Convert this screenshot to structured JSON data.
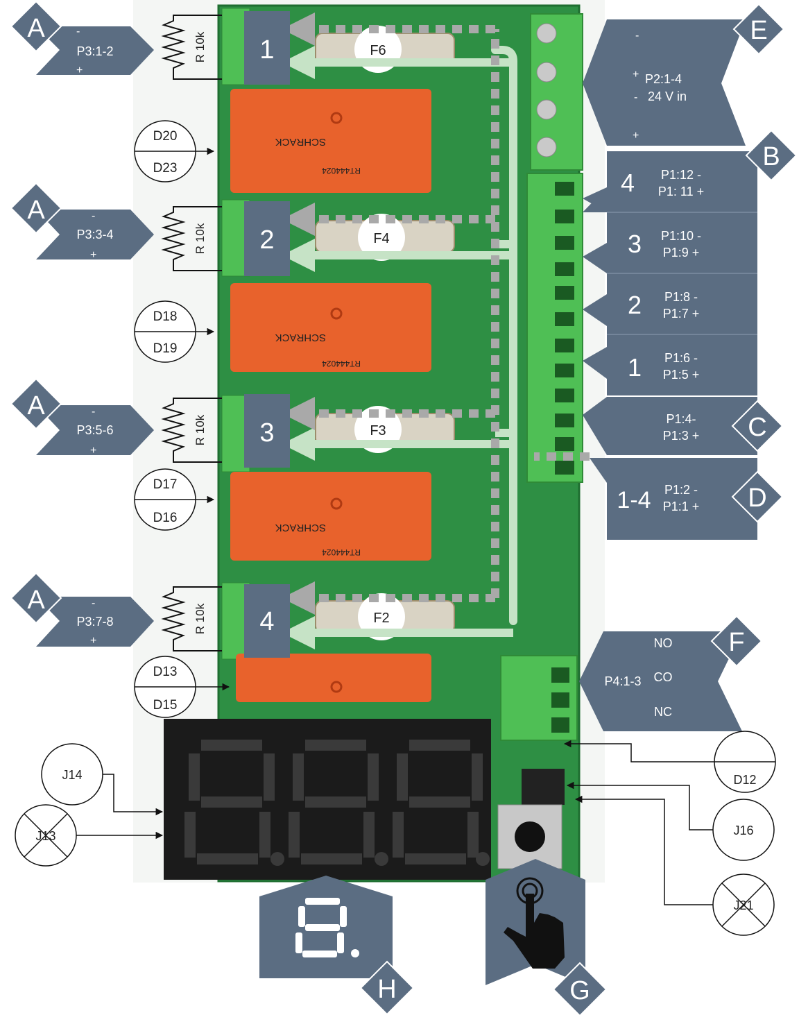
{
  "colors": {
    "panel": "#5b6d82",
    "board": "#2e8f44",
    "relay": "#e8622c",
    "terminal": "#4fbf55",
    "flow_light": "#c6e3c6",
    "flow_dash": "#a9a9a9",
    "display_bg": "#1b1b1b",
    "segment": "#3a3a3a"
  },
  "relay_inputs": [
    {
      "tag": "A",
      "minus": "-",
      "label": "P3:1-2",
      "plus": "+",
      "resistor": "R 10k",
      "channel": "1",
      "fuse": "F6",
      "diode_top": "D20",
      "diode_bottom": "D23"
    },
    {
      "tag": "A",
      "minus": "-",
      "label": "P3:3-4",
      "plus": "+",
      "resistor": "R 10k",
      "channel": "2",
      "fuse": "F4",
      "diode_top": "D18",
      "diode_bottom": "D19"
    },
    {
      "tag": "A",
      "minus": "-",
      "label": "P3:5-6",
      "plus": "+",
      "resistor": "R 10k",
      "channel": "3",
      "fuse": "F3",
      "diode_top": "D17",
      "diode_bottom": "D16"
    },
    {
      "tag": "A",
      "minus": "-",
      "label": "P3:7-8",
      "plus": "+",
      "resistor": "R 10k",
      "channel": "4",
      "fuse": "F2",
      "diode_top": "D13",
      "diode_bottom": "D15"
    }
  ],
  "power": {
    "tag": "E",
    "minus_top": "-",
    "plus_mid": "+",
    "label": "P2:1-4",
    "minus_mid": "-",
    "desc": "24 V in",
    "plus_bottom": "+"
  },
  "outputs": {
    "tag": "B",
    "rows": [
      {
        "num": "4",
        "minus": "P1:12 -",
        "plus": "P1: 11 +"
      },
      {
        "num": "3",
        "minus": "P1:10 -",
        "plus": "P1:9 +"
      },
      {
        "num": "2",
        "minus": "P1:8 -",
        "plus": "P1:7 +"
      },
      {
        "num": "1",
        "minus": "P1:6 -",
        "plus": "P1:5 +"
      }
    ]
  },
  "common_c": {
    "tag": "C",
    "minus": "P1:4-",
    "plus": "P1:3 +"
  },
  "common_d": {
    "tag": "D",
    "num": "1-4",
    "minus": "P1:2 -",
    "plus": "P1:1 +"
  },
  "alarm_relay": {
    "tag": "F",
    "label": "P4:1-3",
    "no": "NO",
    "co": "CO",
    "nc": "NC"
  },
  "leds": {
    "d12": "D12",
    "j14": "J14",
    "j13": "J13",
    "j16": "J16",
    "j21": "J21"
  },
  "display_tag": "H",
  "button_tag": "G",
  "relay_text": {
    "brand": "SCHRACK",
    "model": "RT444024"
  }
}
